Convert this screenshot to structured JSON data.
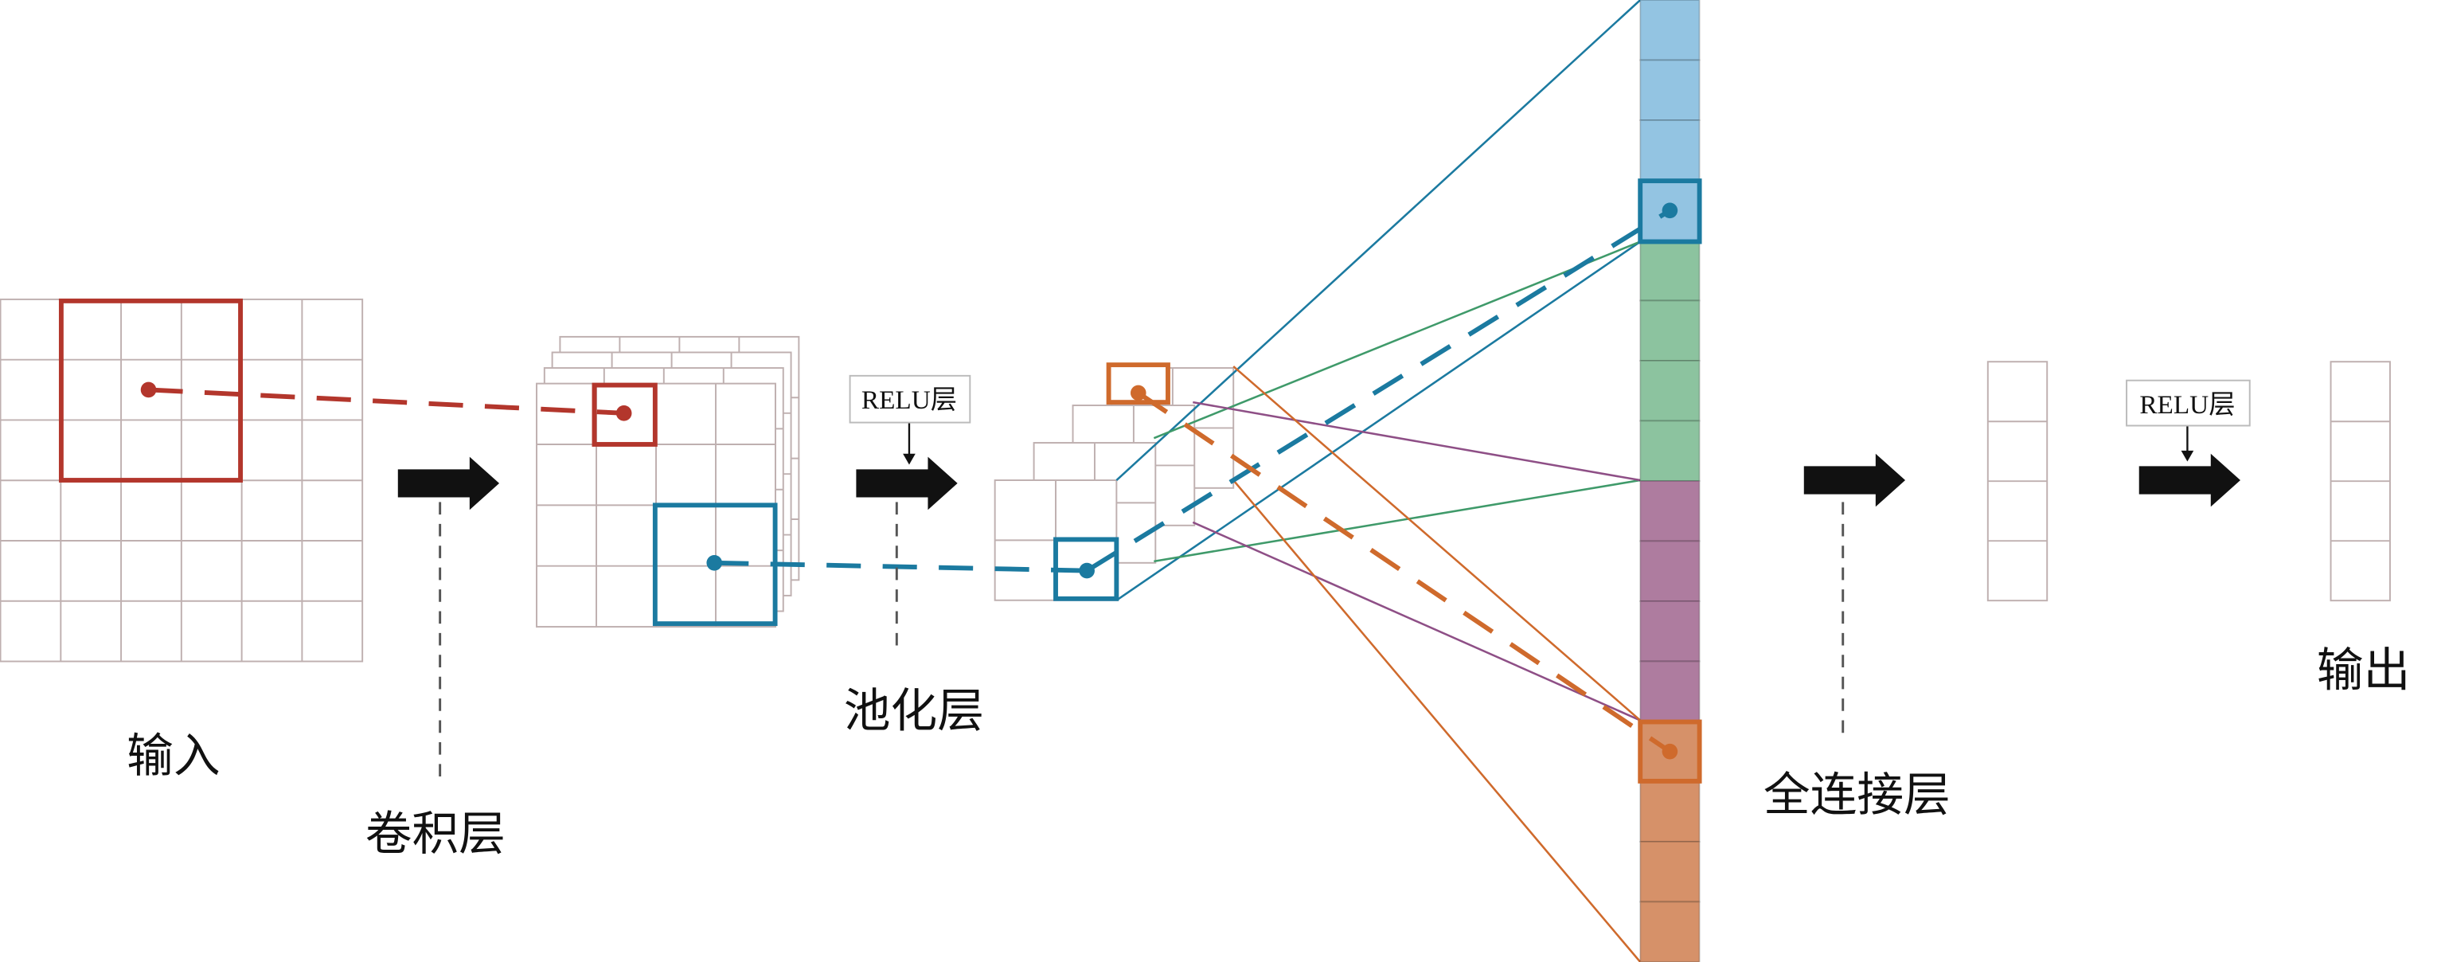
{
  "labels": {
    "input": "输入",
    "conv": "卷积层",
    "pool": "池化层",
    "fc": "全连接层",
    "output": "输出",
    "relu1": "RELU层",
    "relu2": "RELU层"
  },
  "colors": {
    "grid": "#bfb0b0",
    "red": "#b3362c",
    "blue": "#1b7aa0",
    "orange": "#cf6a2c",
    "green": "#3f9a6a",
    "purple": "#8e4f86",
    "fc_blue": "#93c4e2",
    "fc_green": "#8cc39f",
    "fc_purple": "#ae7c9f",
    "fc_orange": "#d69169",
    "arrow": "#111111"
  }
}
